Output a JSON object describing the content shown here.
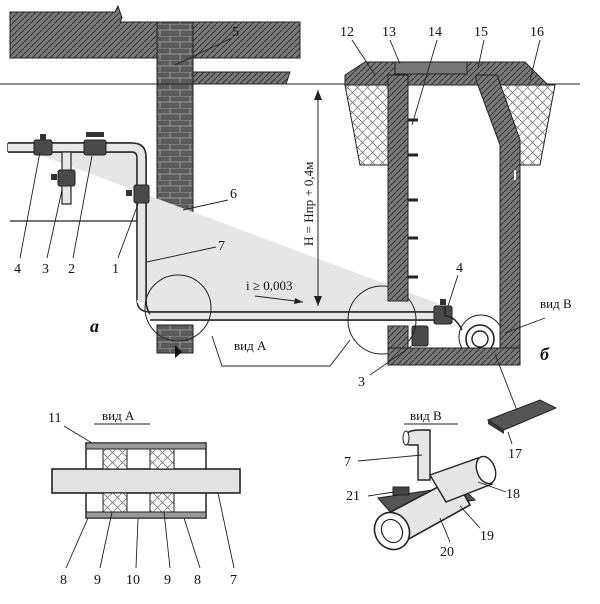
{
  "labels": {
    "n1": "1",
    "n2": "2",
    "n3": "3",
    "n4": "4",
    "n5": "5",
    "n6": "6",
    "n7": "7",
    "n12": "12",
    "n13": "13",
    "n14": "14",
    "n15": "15",
    "n16": "16",
    "n4b": "4",
    "n3b": "3",
    "n17": "17",
    "n11": "11",
    "n8a": "8",
    "n9a": "9",
    "n10": "10",
    "n9b": "9",
    "n8b": "8",
    "n7a": "7",
    "n7b": "7",
    "n21": "21",
    "n18": "18",
    "n20": "20",
    "n19": "19"
  },
  "annotations": {
    "height_formula": "H = Hпр + 0,4м",
    "slope": "i ≥ 0,003",
    "fig_a": "а",
    "fig_b": "б",
    "view_a_callout": "вид А",
    "view_b_callout": "вид В",
    "view_a_title": "вид А",
    "view_b_title": "вид В"
  },
  "colors": {
    "ink": "#222222",
    "brick": "#5a5a5a",
    "fill": "#e6e6e6",
    "concrete": "#6b6b6b"
  }
}
